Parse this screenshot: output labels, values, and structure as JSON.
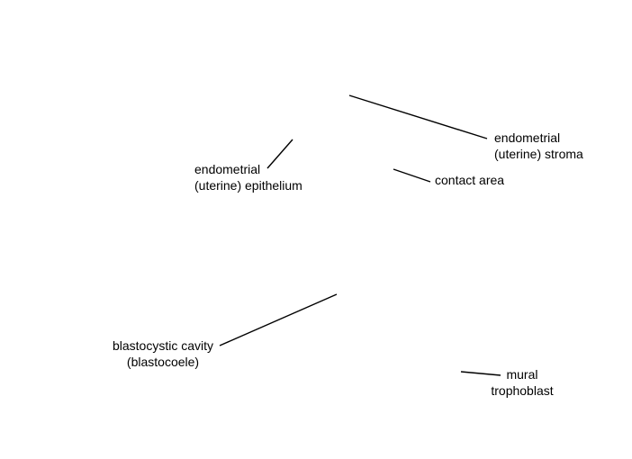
{
  "labels": {
    "stroma": {
      "line1": "endometrial",
      "line2": "(uterine) stroma"
    },
    "epithelium": {
      "line1": "endometrial",
      "line2": "(uterine) epithelium"
    },
    "contact": {
      "line1": "contact area"
    },
    "cavity": {
      "line1": "blastocystic cavity",
      "line2": "(blastocoele)"
    },
    "mural": {
      "line1": "mural",
      "line2": "trophoblast"
    }
  },
  "colors": {
    "background": "#ffffff",
    "text": "#000000",
    "leader_lines": "#000000"
  }
}
